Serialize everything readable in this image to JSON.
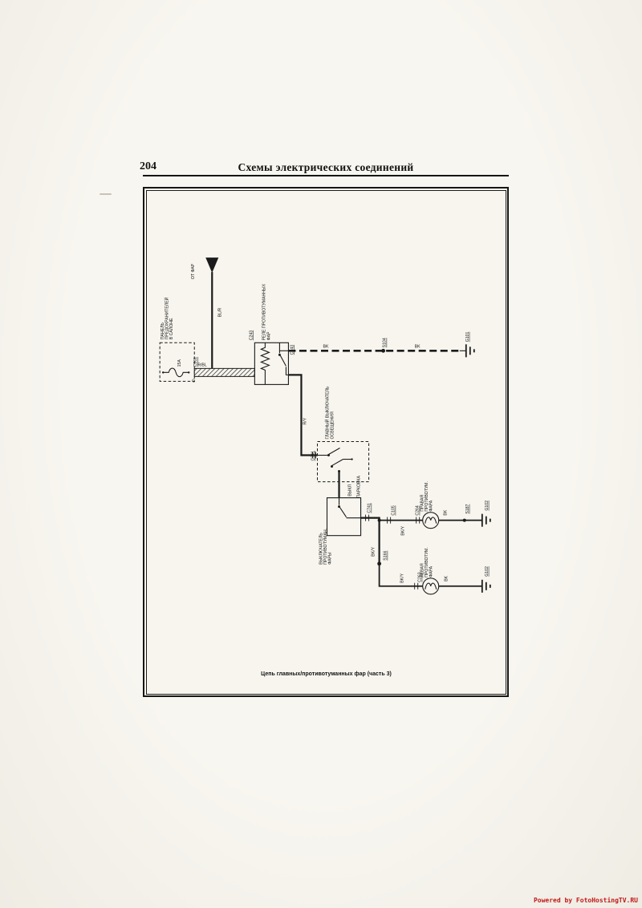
{
  "page": {
    "number": "204",
    "title": "Схемы электрических соединений",
    "caption": "Цепь главных/противотуманных фар (часть 3)",
    "watermark": "Powered by FotoHostingTV.RU"
  },
  "diagram": {
    "from_headlamps": "ОТ ФАР",
    "wires": {
      "bl_r": "BL/R",
      "r_bl": "R/BL",
      "bk": "BK",
      "r_y": "R/Y",
      "bk_y": "BK/Y"
    },
    "fuse_panel": {
      "label_lines": [
        "ПАНЕЛЬ",
        "ПРЕДОХРАНИТЕЛЕЙ",
        "В САЛОНЕ"
      ],
      "fuse_rating": "15A",
      "connector": "C261",
      "terminal": "G"
    },
    "relay": {
      "label_lines": [
        "РЕЛЕ ПРОТИВОТУМАННЫХ",
        "ФАР"
      ],
      "connector_left": "C243",
      "connector_right": "C243"
    },
    "main_light_switch": {
      "label_lines": [
        "ГЛАВНЫЙ ВЫКЛЮЧАТЕЛЬ",
        "ОСВЕЩЕНИЯ"
      ],
      "connector": "C241",
      "positions": [
        "ВЫКЛ",
        "ПАРКОВКА"
      ]
    },
    "fog_switch": {
      "label_lines": [
        "ВЫКЛЮЧАТЕЛЬ",
        "ПРОТИВОТУМАН.",
        "ФАРЫ"
      ],
      "connector": "C741"
    },
    "connectors": {
      "c105": "C105",
      "c264": "C264",
      "c263": "C263"
    },
    "splices": {
      "s104": "S104",
      "s166": "S166",
      "s187": "S187"
    },
    "grounds": {
      "g101": "G101",
      "g102": "G102"
    },
    "right_fog_lamp": {
      "label_lines": [
        "ПРАВАЯ",
        "ПРОТИВОТУМ.",
        "ФАРА"
      ]
    },
    "left_fog_lamp": {
      "label_lines": [
        "ЛЕВАЯ",
        "ПРОТИВОТУМ.",
        "ФАРА"
      ]
    }
  }
}
